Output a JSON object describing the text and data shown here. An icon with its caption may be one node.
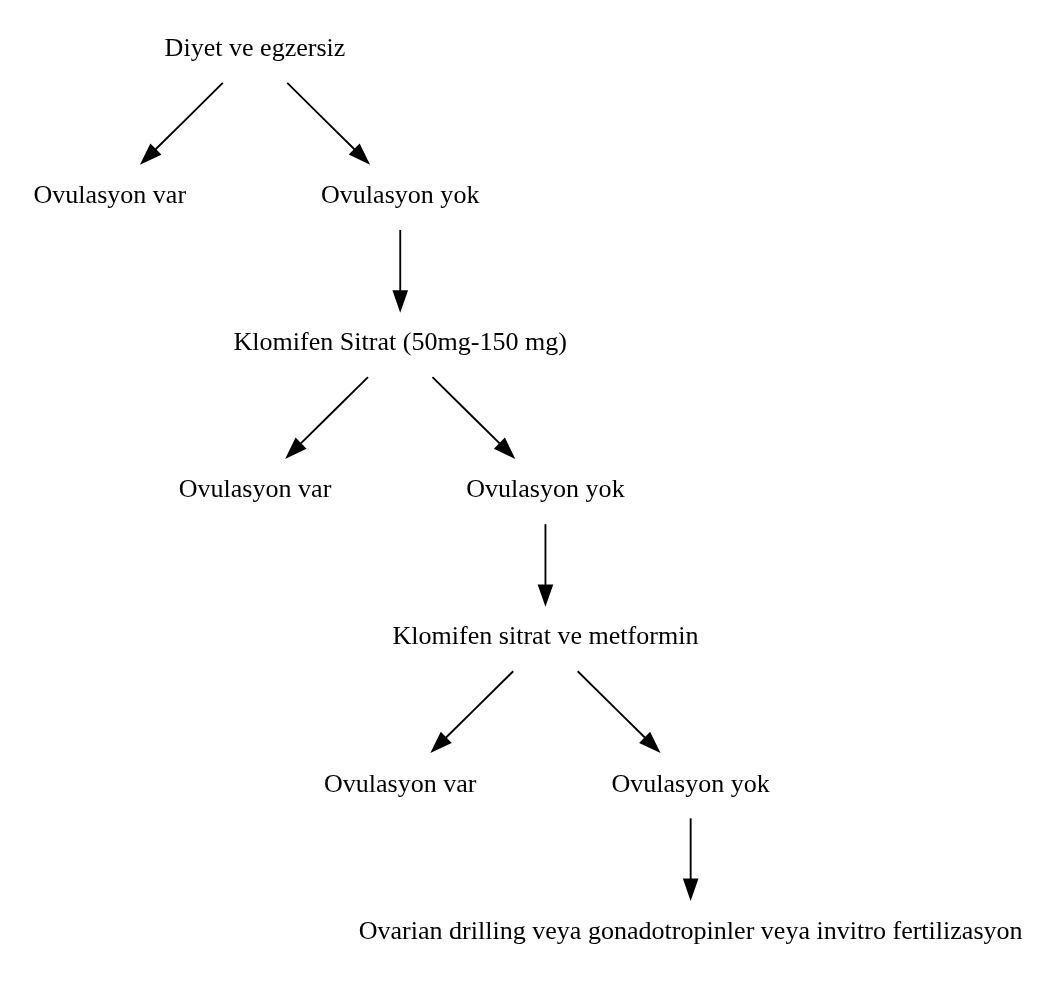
{
  "diagram": {
    "nodes": [
      {
        "text": [
          "Diyet ve egzersiz"
        ]
      },
      {
        "text": [
          "Ovulasyon var"
        ]
      },
      {
        "text": [
          "Ovulasyon yok"
        ]
      },
      {
        "text": [
          "Klomifen Sitrat (50mg-150 mg)"
        ]
      },
      {
        "text": [
          "Ovulasyon var"
        ]
      },
      {
        "text": [
          "Ovulasyon yok"
        ]
      },
      {
        "text": [
          "Klomifen sitrat ve metformin"
        ]
      },
      {
        "text": [
          "Ovulasyon var"
        ]
      },
      {
        "text": [
          "Ovulasyon yok"
        ]
      },
      {
        "text": [
          "Ovarian drilling veya gonadotropinler veya invitro fertilizasyon"
        ]
      }
    ],
    "edges": [
      {
        "from": 0,
        "to": 1,
        "arrow": "to"
      },
      {
        "from": 0,
        "to": 2,
        "arrow": "to"
      },
      {
        "from": 2,
        "to": 3,
        "arrow": "to"
      },
      {
        "from": 3,
        "to": 4,
        "arrow": "to"
      },
      {
        "from": 3,
        "to": 5,
        "arrow": "to"
      },
      {
        "from": 5,
        "to": 6,
        "arrow": "to"
      },
      {
        "from": 6,
        "to": 7,
        "arrow": "to"
      },
      {
        "from": 6,
        "to": 8,
        "arrow": "to"
      },
      {
        "from": 8,
        "to": 9,
        "arrow": "to"
      }
    ]
  }
}
